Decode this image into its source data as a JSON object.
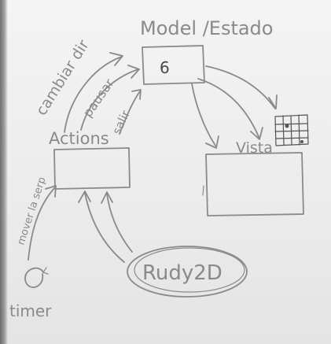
{
  "diagram": {
    "model_label": "Model /Estado",
    "model_value": "6",
    "actions_label": "Actions",
    "view_label": "Vista",
    "events": {
      "change_dir": "cambiar dir",
      "pause": "pausar",
      "exit": "salir",
      "move_keys": "mover la serp"
    },
    "framework_label": "Rudy2D",
    "timer_label": "timer"
  },
  "colors": {
    "ink": "#8a8a8a",
    "board": "#eeeeee"
  }
}
